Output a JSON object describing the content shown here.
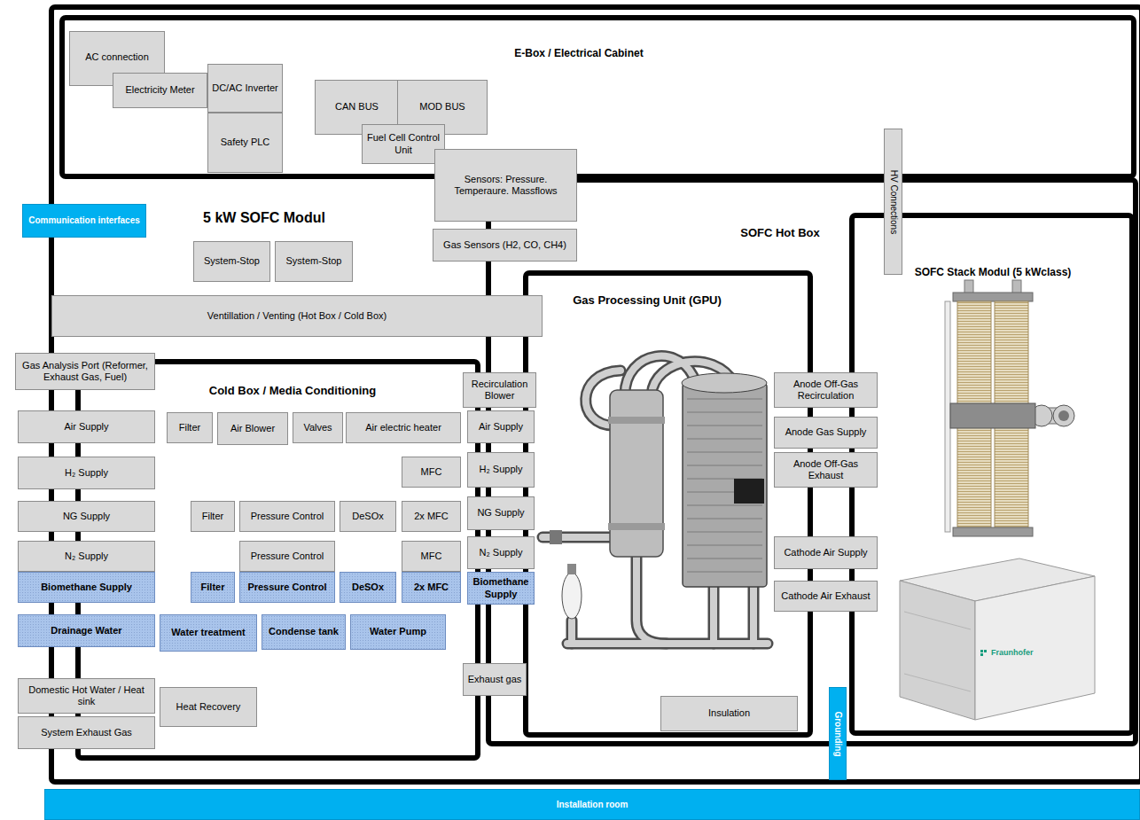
{
  "diagram": {
    "nodes": [
      {
        "text": [
          "5 kW SOFC Modul"
        ]
      },
      {
        "text": [
          "E-Box / Electrical Cabinet"
        ],
        "in": 0
      },
      {
        "text": [
          "AC connection"
        ],
        "in": 1
      },
      {
        "text": [
          "Electricity Meter"
        ],
        "in": 1
      },
      {
        "text": [
          "DC/AC Inverter"
        ],
        "in": 1
      },
      {
        "text": [
          "Safety PLC"
        ],
        "in": 1
      },
      {
        "text": [
          "CAN BUS"
        ],
        "in": 1
      },
      {
        "text": [
          "MOD BUS"
        ],
        "in": 1
      },
      {
        "text": [
          "Fuel Cell Control Unit"
        ],
        "in": 1
      },
      {
        "text": [
          "Sensors: Pressure. Temperaure. Massflows"
        ],
        "in": 0
      },
      {
        "text": [
          "Gas Sensors (H2, CO, CH4)"
        ],
        "in": 0
      },
      {
        "text": [
          "HV Connections"
        ],
        "in": 0
      },
      {
        "text": [
          "Communication interfaces"
        ]
      },
      {
        "text": [
          "System-Stop"
        ],
        "in": 0
      },
      {
        "text": [
          "System-Stop"
        ],
        "in": 0
      },
      {
        "text": [
          "Ventillation / Venting (Hot Box / Cold Box)"
        ],
        "in": 0
      },
      {
        "text": [
          "Gas Analysis Port (Reformer, Exhaust Gas, Fuel)"
        ],
        "in": 0
      },
      {
        "text": [
          "Cold Box / Media Conditioning"
        ],
        "in": 0
      },
      {
        "text": [
          "Air Supply"
        ],
        "in": 0
      },
      {
        "text": [
          "Filter"
        ],
        "in": 17
      },
      {
        "text": [
          "Air Blower"
        ],
        "in": 17
      },
      {
        "text": [
          "Valves"
        ],
        "in": 17
      },
      {
        "text": [
          "Air electric heater"
        ],
        "in": 17
      },
      {
        "text": [
          "H₂ Supply"
        ],
        "in": 0
      },
      {
        "text": [
          "MFC"
        ],
        "in": 17
      },
      {
        "text": [
          "NG Supply"
        ],
        "in": 0
      },
      {
        "text": [
          "Filter"
        ],
        "in": 17
      },
      {
        "text": [
          "Pressure Control"
        ],
        "in": 17
      },
      {
        "text": [
          "DeSOx"
        ],
        "in": 17
      },
      {
        "text": [
          "2x MFC"
        ],
        "in": 17
      },
      {
        "text": [
          "N₂ Supply"
        ],
        "in": 0
      },
      {
        "text": [
          "Pressure Control"
        ],
        "in": 17
      },
      {
        "text": [
          "MFC"
        ],
        "in": 17
      },
      {
        "text": [
          "Biomethane Supply"
        ],
        "in": 0
      },
      {
        "text": [
          "Filter"
        ],
        "in": 17
      },
      {
        "text": [
          "Pressure Control"
        ],
        "in": 17
      },
      {
        "text": [
          "DeSOx"
        ],
        "in": 17
      },
      {
        "text": [
          "2x MFC"
        ],
        "in": 17
      },
      {
        "text": [
          "Drainage Water"
        ],
        "in": 0
      },
      {
        "text": [
          "Water treatment"
        ],
        "in": 17
      },
      {
        "text": [
          "Condense tank"
        ],
        "in": 17
      },
      {
        "text": [
          "Water Pump"
        ],
        "in": 17
      },
      {
        "text": [
          "Domestic Hot Water / Heat sink"
        ],
        "in": 0
      },
      {
        "text": [
          "Heat Recovery"
        ],
        "in": 17
      },
      {
        "text": [
          "System Exhaust Gas"
        ],
        "in": 0
      },
      {
        "text": [
          "SOFC Hot Box"
        ],
        "in": 0
      },
      {
        "text": [
          "Gas Processing Unit (GPU)"
        ],
        "in": 45
      },
      {
        "text": [
          "Recirculation Blower"
        ],
        "in": 0
      },
      {
        "text": [
          "Air Supply"
        ],
        "in": 0
      },
      {
        "text": [
          "H₂ Supply"
        ],
        "in": 0
      },
      {
        "text": [
          "NG Supply"
        ],
        "in": 0
      },
      {
        "text": [
          "N₂ Supply"
        ],
        "in": 0
      },
      {
        "text": [
          "Biomethane Supply"
        ],
        "in": 0
      },
      {
        "text": [
          "Exhaust gas"
        ],
        "in": 0
      },
      {
        "text": [
          "Anode Off-Gas Recirculation"
        ],
        "in": 45
      },
      {
        "text": [
          "Anode Gas Supply"
        ],
        "in": 45
      },
      {
        "text": [
          "Anode Off-Gas Exhaust"
        ],
        "in": 45
      },
      {
        "text": [
          "Cathode Air Supply"
        ],
        "in": 45
      },
      {
        "text": [
          "Cathode Air Exhaust"
        ],
        "in": 45
      },
      {
        "text": [
          "Insulation"
        ],
        "in": 46
      },
      {
        "text": [
          "SOFC Stack Modul (5 kWclass)"
        ],
        "in": 45
      },
      {
        "text": [
          "Grounding"
        ],
        "in": 0
      },
      {
        "text": [
          "Installation room"
        ]
      }
    ],
    "labels": [
      "Fraunhofer"
    ]
  }
}
